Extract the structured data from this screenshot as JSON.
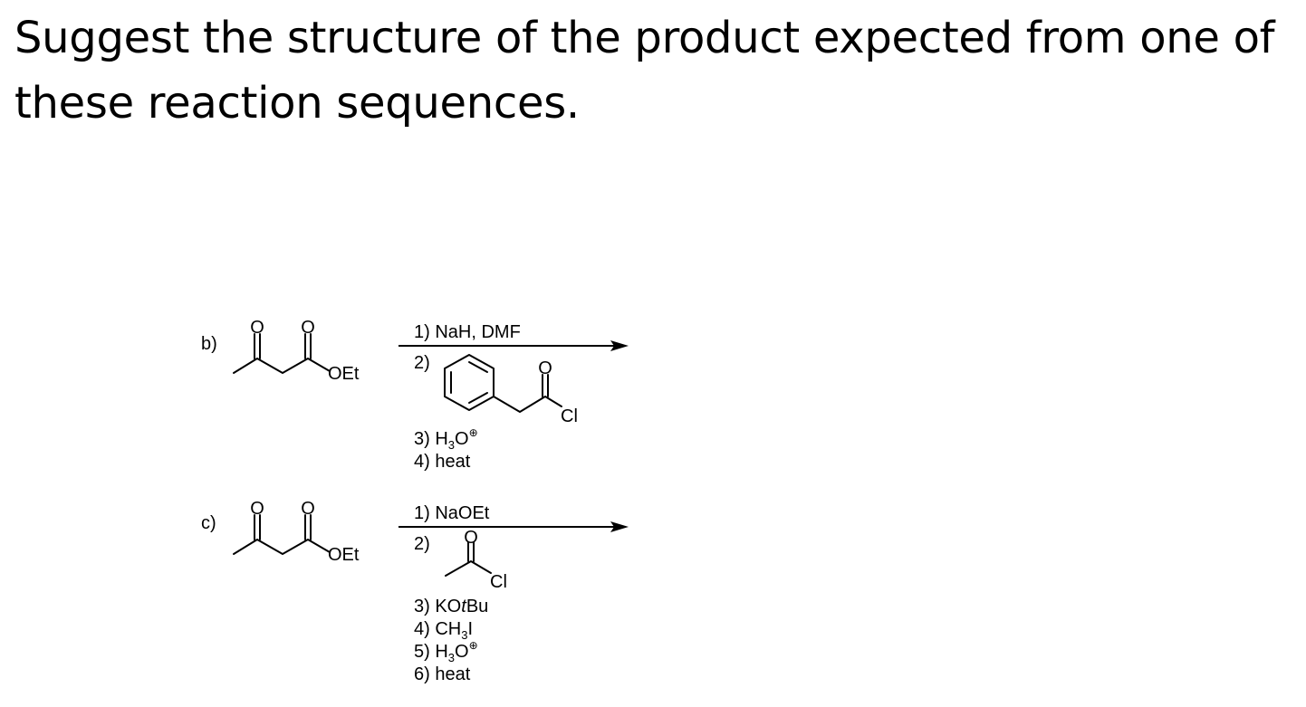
{
  "question": "Suggest the structure of the product expected from one of these reaction sequences.",
  "reactions": [
    {
      "label": "b)",
      "substrate": {
        "atom_o1": "O",
        "atom_o2": "O",
        "ester_group": "OEt"
      },
      "steps": {
        "s1": "1) NaH, DMF",
        "s2": "2)",
        "s3_prefix": "3) H",
        "s3_sub": "3",
        "s3_suffix": "O",
        "s3_sup": "⊕",
        "s4": "4) heat"
      },
      "reagent": {
        "atom_o": "O",
        "atom_cl": "Cl"
      }
    },
    {
      "label": "c)",
      "substrate": {
        "atom_o1": "O",
        "atom_o2": "O",
        "ester_group": "OEt"
      },
      "steps": {
        "s1": "1) NaOEt",
        "s2": "2)",
        "s3_prefix": "3) KO",
        "s3_italic": "t",
        "s3_suffix": "Bu",
        "s4_prefix": "4) CH",
        "s4_sub": "3",
        "s4_suffix": "I",
        "s5_prefix": "5) H",
        "s5_sub": "3",
        "s5_suffix": "O",
        "s5_sup": "⊕",
        "s6": "6) heat"
      },
      "reagent": {
        "atom_o": "O",
        "atom_cl": "Cl"
      }
    }
  ]
}
